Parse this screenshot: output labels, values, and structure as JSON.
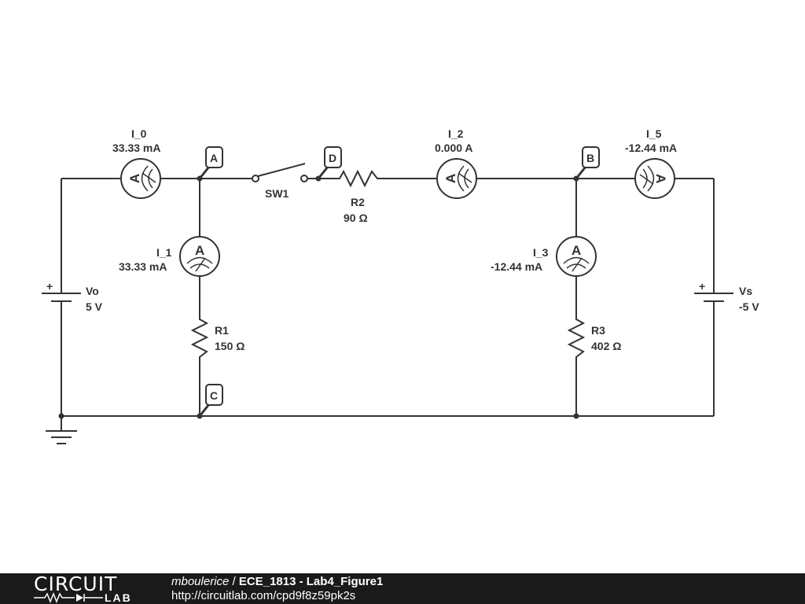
{
  "meters": {
    "i0": {
      "name": "I_0",
      "value": "33.33 mA"
    },
    "i1": {
      "name": "I_1",
      "value": "33.33 mA"
    },
    "i2": {
      "name": "I_2",
      "value": "0.000 A"
    },
    "i3": {
      "name": "I_3",
      "value": "-12.44 mA"
    },
    "i5": {
      "name": "I_5",
      "value": "-12.44 mA"
    },
    "glyph": "A"
  },
  "nodes": {
    "a": "A",
    "b": "B",
    "c": "C",
    "d": "D"
  },
  "components": {
    "sw1": {
      "name": "SW1"
    },
    "r1": {
      "name": "R1",
      "value": "150 Ω"
    },
    "r2": {
      "name": "R2",
      "value": "90 Ω"
    },
    "r3": {
      "name": "R3",
      "value": "402 Ω"
    },
    "vo": {
      "name": "Vo",
      "value": "5 V",
      "plus": "+"
    },
    "vs": {
      "name": "Vs",
      "value": "-5 V",
      "plus": "+"
    }
  },
  "footer": {
    "logo_top": "CIRCUIT",
    "logo_bottom": "LAB",
    "author": "mboulerice",
    "separator": " / ",
    "title": "ECE_1813 - Lab4_Figure1",
    "url": "http://circuitlab.com/cpd9f8z59pk2s"
  },
  "colors": {
    "ink": "#333333",
    "footer_bg": "#1a1a1a",
    "background": "#ffffff"
  }
}
